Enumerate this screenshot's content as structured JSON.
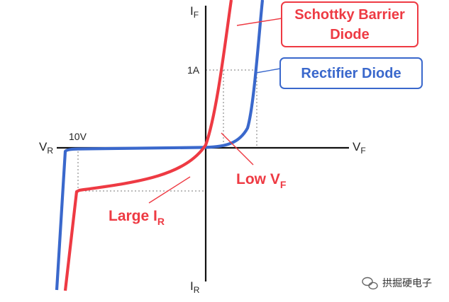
{
  "diagram": {
    "axes": {
      "y_pos_main": "I",
      "y_pos_sub": "F",
      "y_neg_main": "I",
      "y_neg_sub": "R",
      "x_pos_main": "V",
      "x_pos_sub": "F",
      "x_neg_main": "V",
      "x_neg_sub": "R"
    },
    "ticks": {
      "current": "1A",
      "voltage": "10V"
    },
    "callouts": {
      "schottky_line1": "Schottky Barrier",
      "schottky_line2": "Diode",
      "rectifier": "Rectifier Diode",
      "low_vf_main": "Low V",
      "low_vf_sub": "F",
      "large_ir_main": "Large I",
      "large_ir_sub": "R"
    },
    "colors": {
      "schottky": "#ee3a43",
      "rectifier": "#3a68cc",
      "axis": "#111111",
      "guides": "#777777"
    }
  },
  "watermark": {
    "icon": "wechat-icon",
    "text": "拱掘硬电子"
  }
}
